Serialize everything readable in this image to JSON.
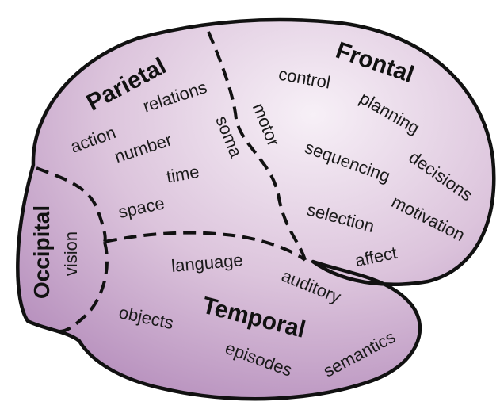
{
  "colors": {
    "lobe_fill_light": "#f7f0f7",
    "lobe_fill_mid": "#dcc4dc",
    "lobe_fill_dark": "#b993bf",
    "outline": "#111111",
    "text": "#1a1a1a"
  },
  "lobes": {
    "frontal": {
      "title": "Frontal",
      "functions": [
        "control",
        "planning",
        "decisions",
        "sequencing",
        "motivation",
        "selection",
        "affect"
      ]
    },
    "parietal": {
      "title": "Parietal",
      "functions": [
        "relations",
        "action",
        "number",
        "time",
        "space",
        "soma"
      ]
    },
    "occipital": {
      "title": "Occipital",
      "functions": [
        "vision"
      ]
    },
    "temporal": {
      "title": "Temporal",
      "functions": [
        "language",
        "auditory",
        "objects",
        "episodes",
        "semantics"
      ]
    },
    "motor_strip": {
      "functions": [
        "motor"
      ]
    }
  }
}
